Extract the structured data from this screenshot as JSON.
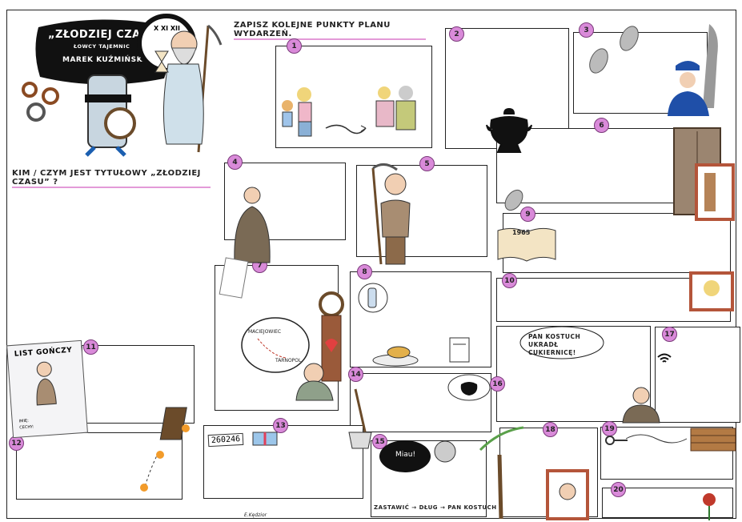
{
  "title_badge": {
    "title": "„ZŁODZIEJ CZASU”",
    "subtitle": "ŁOWCY TAJEMNIC",
    "author": "MAREK KUŹMIŃSKI"
  },
  "instruction": "ZAPISZ KOLEJNE PUNKTY PLANU WYDARZEŃ.",
  "question": "KIM / CZYM JEST TYTUŁOWY „ZŁODZIEJ CZASU” ?",
  "frame_numbers": [
    "1",
    "2",
    "3",
    "4",
    "5",
    "6",
    "7",
    "8",
    "9",
    "10",
    "11",
    "12",
    "13",
    "14",
    "15",
    "16",
    "17",
    "18",
    "19",
    "20"
  ],
  "wanted_poster": {
    "title": "LIST GOŃCZY",
    "line1": "IMIĘ:",
    "line2": "CECHY:"
  },
  "book_year": "1965",
  "map_labels": {
    "place1": "MACIEJOWIEC",
    "place2": "TARNOPOL"
  },
  "code_label": "260246",
  "speech_bubble": "PAN KOSTUCH UKRADŁ CUKIERNICĘ!",
  "cat_bubble": "Miau!",
  "chain_text": "ZASTAWIĆ → DŁUG → PAN KOSTUCH",
  "signature": "E.Kędzior",
  "colors": {
    "accent": "#d98ad9",
    "line": "#222222"
  }
}
